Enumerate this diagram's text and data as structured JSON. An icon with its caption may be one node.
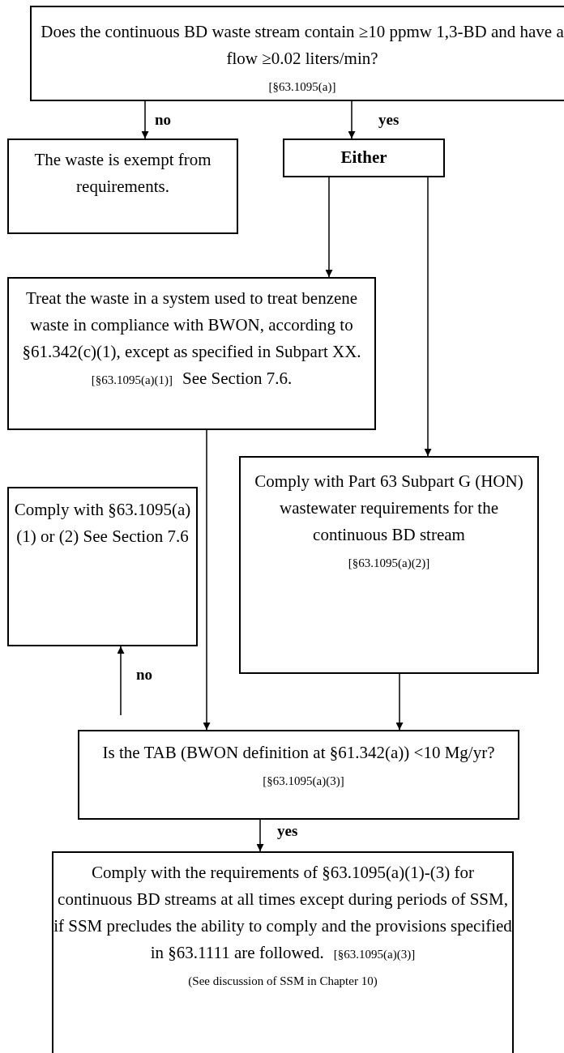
{
  "diagram": {
    "nodes": [
      {
        "text": [
          "Does the continuous BD waste stream contain ≥10 ppmw 1,3-BD and have a flow ≥0.02 liters/min?",
          "[§63.1095(a)]"
        ]
      },
      {
        "text": [
          "The waste is exempt from requirements."
        ]
      },
      {
        "text": [
          "Either"
        ]
      },
      {
        "text": [
          "Treat the waste in a system used to treat benzene waste in compliance with BWON, according to §61.342(c)(1), except as specified in Subpart XX.",
          "[§63.1095(a)(1)]",
          "See Section 7.6."
        ]
      },
      {
        "text": [
          "Comply with Part 63 Subpart G (HON) wastewater requirements for the continuous BD stream",
          "[§63.1095(a)(2)]"
        ]
      },
      {
        "text": [
          "Comply with §63.1095(a)(1) or (2) See Section 7.6"
        ]
      },
      {
        "text": [
          "Is the TAB (BWON definition at §61.342(a)) <10 Mg/yr?",
          "[§63.1095(a)(3)]"
        ]
      },
      {
        "text": [
          "Comply with the requirements of §63.1095(a)(1)-(3) for continuous BD streams at all times except during periods of SSM, if SSM precludes the ability to comply and the provisions specified in §63.1111 are followed.",
          "[§63.1095(a)(3)]",
          "(See discussion of SSM in Chapter 10)"
        ]
      }
    ],
    "edges": [
      {
        "from": 0,
        "to": 1,
        "arrow": "to",
        "label": "no"
      },
      {
        "from": 0,
        "to": 2,
        "arrow": "to",
        "label": "yes"
      },
      {
        "from": 2,
        "to": 3,
        "arrow": "to"
      },
      {
        "from": 2,
        "to": 4,
        "arrow": "to"
      },
      {
        "from": 3,
        "to": 6,
        "arrow": "to"
      },
      {
        "from": 4,
        "to": 6,
        "arrow": "to"
      },
      {
        "from": null,
        "to": 5,
        "arrow": "to",
        "label": "no"
      },
      {
        "from": 6,
        "to": 7,
        "arrow": "to",
        "label": "yes"
      }
    ]
  }
}
